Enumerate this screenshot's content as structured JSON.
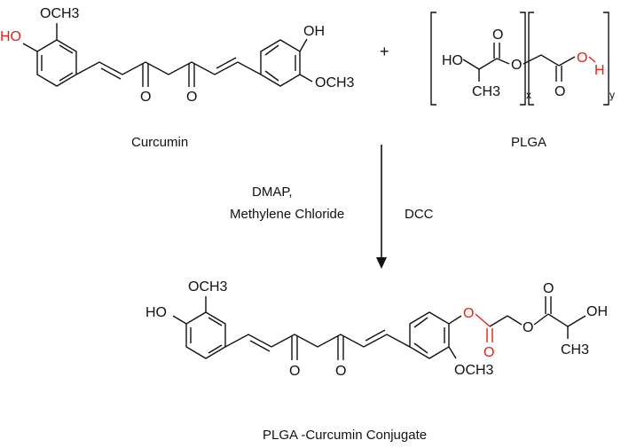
{
  "reactants": {
    "curcumin": {
      "name": "Curcumin",
      "labels": {
        "och3_top": "OCH3",
        "ho_left": "HO",
        "oh_right": "OH",
        "och3_right": "OCH3",
        "ketone_o1": "O",
        "ketone_o2": "O"
      }
    },
    "plus": "+",
    "plga": {
      "name": "PLGA",
      "labels": {
        "ho": "HO",
        "ch3": "CH3",
        "o_carbonyl1": "O",
        "o_ester": "O",
        "o_carbonyl2": "O",
        "o_acid": "O",
        "h_red": "H",
        "sub_x": "x",
        "sub_y": "y"
      }
    }
  },
  "conditions": {
    "left_line1": "DMAP,",
    "left_line2": "Methylene Chloride",
    "right": "DCC"
  },
  "product": {
    "name": "PLGA -Curcumin Conjugate",
    "labels": {
      "och3_top": "OCH3",
      "ho_left": "HO",
      "ketone_o1": "O",
      "ketone_o2": "O",
      "o_link_red": "O",
      "o_carbonyl_red": "O",
      "o_ester": "O",
      "o_carbonyl": "O",
      "oh": "OH",
      "ch3": "CH3",
      "och3_right": "OCH3"
    }
  },
  "colors": {
    "highlight": "#e0211b",
    "ink": "#111111"
  }
}
